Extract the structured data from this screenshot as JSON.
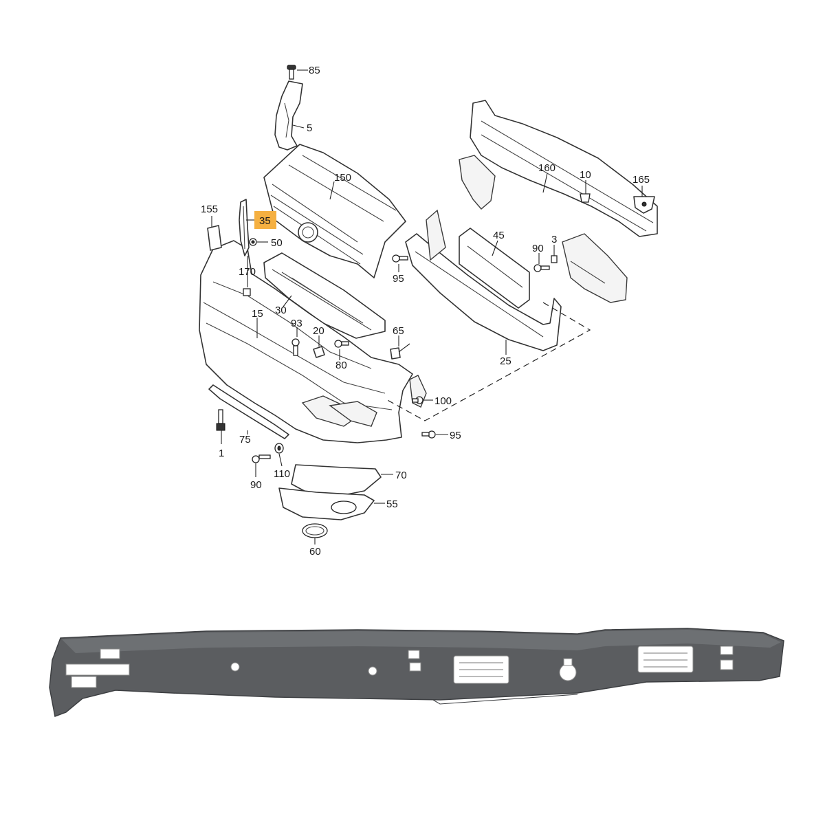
{
  "diagram": {
    "callouts": [
      {
        "id": "85",
        "label": "85"
      },
      {
        "id": "5",
        "label": "5"
      },
      {
        "id": "150",
        "label": "150"
      },
      {
        "id": "160",
        "label": "160"
      },
      {
        "id": "10",
        "label": "10"
      },
      {
        "id": "165",
        "label": "165"
      },
      {
        "id": "155",
        "label": "155"
      },
      {
        "id": "35",
        "label": "35",
        "highlighted": true
      },
      {
        "id": "50",
        "label": "50"
      },
      {
        "id": "45",
        "label": "45"
      },
      {
        "id": "90a",
        "label": "90"
      },
      {
        "id": "3",
        "label": "3"
      },
      {
        "id": "95a",
        "label": "95"
      },
      {
        "id": "170",
        "label": "170"
      },
      {
        "id": "30",
        "label": "30"
      },
      {
        "id": "15",
        "label": "15"
      },
      {
        "id": "93",
        "label": "93"
      },
      {
        "id": "20",
        "label": "20"
      },
      {
        "id": "80",
        "label": "80"
      },
      {
        "id": "65",
        "label": "65"
      },
      {
        "id": "25",
        "label": "25"
      },
      {
        "id": "100",
        "label": "100"
      },
      {
        "id": "95b",
        "label": "95"
      },
      {
        "id": "1",
        "label": "1"
      },
      {
        "id": "75",
        "label": "75"
      },
      {
        "id": "110",
        "label": "110"
      },
      {
        "id": "90b",
        "label": "90"
      },
      {
        "id": "70",
        "label": "70"
      },
      {
        "id": "55",
        "label": "55"
      },
      {
        "id": "60",
        "label": "60"
      }
    ],
    "highlight_color": "#f5b041"
  },
  "photo": {
    "part_color": "#5b5d60",
    "background_color": "#ffffff"
  }
}
